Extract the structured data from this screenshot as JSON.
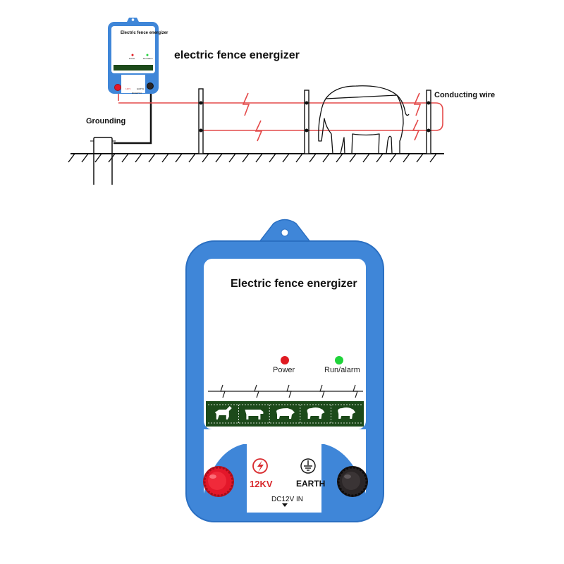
{
  "diagram": {
    "title": "electric fence energizer",
    "grounding_label": "Grounding",
    "wire_label": "Conducting wire"
  },
  "device": {
    "title": "Electric fence energizer",
    "indicators": {
      "power_label": "Power",
      "run_label": "Run/alarm",
      "power_color": "#e01b22",
      "run_color": "#1fd33a"
    },
    "terminals": {
      "kv_label": "12KV",
      "earth_label": "EARTH",
      "dc_label": "DC12V IN"
    },
    "animals": [
      "horse-icon",
      "cow-icon",
      "pig-icon",
      "sheep-icon",
      "sheep-icon"
    ],
    "colors": {
      "casing": "#3f86d8",
      "casing_dark": "#2a6fc2",
      "panel": "#ffffff",
      "animal_strip": "#1c4a1a",
      "red_knob": "#e3172a",
      "black_knob": "#2a2526",
      "wire": "#e44a4a"
    }
  },
  "mini_device": {
    "title": "Electric fence energizer",
    "power_label": "Power",
    "run_label": "Run/alarm",
    "kv_label": "12KV",
    "earth_label": "EARTH",
    "dc_label": "DC12V IN"
  }
}
